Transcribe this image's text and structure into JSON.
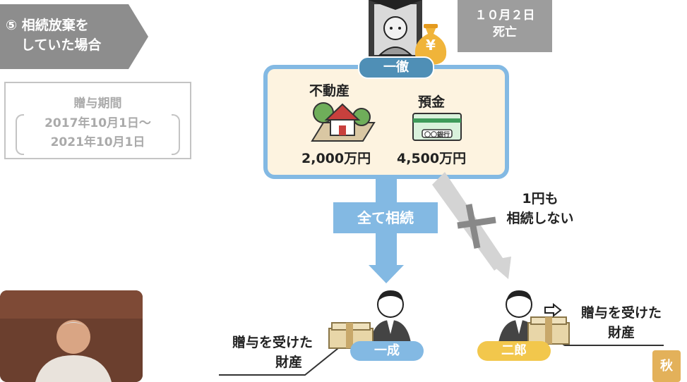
{
  "case_label": {
    "line1": "⑤ 相続放棄を",
    "line2": "していた場合"
  },
  "gift_period": {
    "title": "贈与期間",
    "start": "2017年10月1日〜",
    "end": "2021年10月1日"
  },
  "death_note": {
    "date": "１０月２日",
    "status": "死亡"
  },
  "deceased": {
    "name": "一徹"
  },
  "assets": [
    {
      "label": "不動産",
      "amount": "2,000万円"
    },
    {
      "label": "預金",
      "amount": "4,500万円"
    }
  ],
  "bank_card_text": "〇〇銀行",
  "yen_symbol": "¥",
  "inherit_all_label": "全て相続",
  "no_inherit_note": {
    "line1": "1円も",
    "line2": "相続しない"
  },
  "heirs": [
    {
      "name": "一成",
      "gift_label_line1": "贈与を受けた",
      "gift_label_line2": "財産"
    },
    {
      "name": "二郎",
      "gift_label_line1": "贈与を受けた",
      "gift_label_line2": "財産"
    }
  ],
  "logo_text": "秋",
  "colors": {
    "blue": "#83b9e3",
    "navy_pill": "#4f8fb6",
    "yellow_pill": "#f2c74c",
    "gray": "#9d9d9d",
    "cream": "#fdf3e0"
  }
}
